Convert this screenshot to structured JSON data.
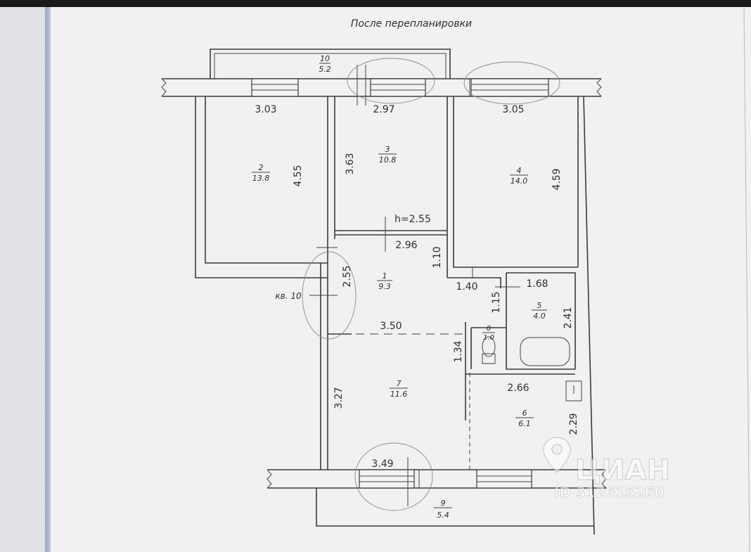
{
  "title": "После перепланировки",
  "apartment_label": "кв. 10",
  "ceiling_height": "h=2.55",
  "rooms": [
    {
      "id": "1",
      "area": "9.3"
    },
    {
      "id": "2",
      "area": "13.8"
    },
    {
      "id": "3",
      "area": "10.8"
    },
    {
      "id": "4",
      "area": "14.0"
    },
    {
      "id": "5",
      "area": "4.0"
    },
    {
      "id": "6",
      "area": "6.1"
    },
    {
      "id": "7",
      "area": "11.6"
    },
    {
      "id": "8",
      "area": "1.0"
    },
    {
      "id": "9",
      "area": "5.4"
    },
    {
      "id": "10",
      "area": "5.2"
    }
  ],
  "dimensions": {
    "room2_width": "3.03",
    "room2_depth": "4.55",
    "room3_width": "2.97",
    "room3_depth": "3.63",
    "room4_width": "3.05",
    "room4_depth": "4.59",
    "hall_width": "2.96",
    "hall_depth_right": "1.10",
    "hall_depth_left": "2.55",
    "hall_step": "1.40",
    "bath_width": "1.68",
    "bath_depth": "2.41",
    "wc_offset": "1.15",
    "kitchen_divider": "3.50",
    "wc_depth": "1.34",
    "room6_width": "2.66",
    "room6_depth": "2.29",
    "room7_depth": "3.27",
    "room7_width": "3.49"
  },
  "watermark": {
    "brand": "ЦИАН",
    "id": "ID 312615260",
    "icon": "location-pin-icon"
  }
}
